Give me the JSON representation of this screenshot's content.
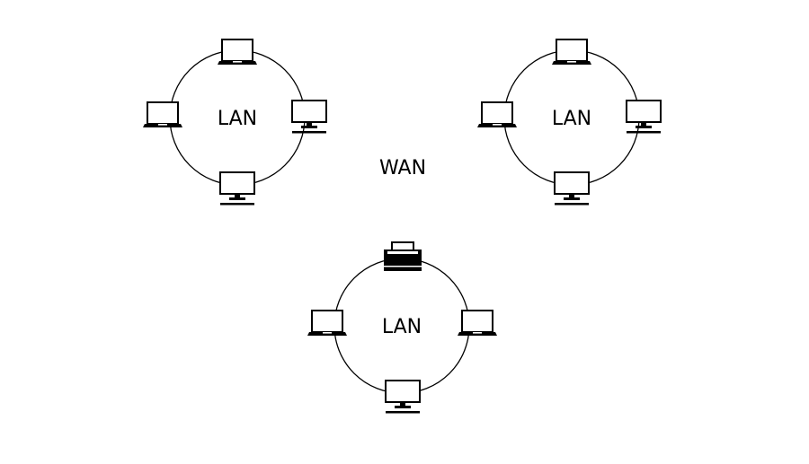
{
  "diagram": {
    "wan_label": "WAN",
    "lans": [
      {
        "label": "LAN",
        "devices": [
          "laptop",
          "laptop",
          "monitor",
          "desktop"
        ]
      },
      {
        "label": "LAN",
        "devices": [
          "laptop",
          "laptop",
          "monitor",
          "desktop"
        ]
      },
      {
        "label": "LAN",
        "devices": [
          "printer",
          "laptop",
          "laptop",
          "desktop"
        ]
      }
    ]
  },
  "icons": {
    "laptop": "laptop-icon",
    "desktop": "desktop-computer-icon",
    "monitor": "monitor-icon",
    "printer": "printer-icon"
  },
  "colors": {
    "line": "#000000",
    "background": "#ffffff"
  }
}
